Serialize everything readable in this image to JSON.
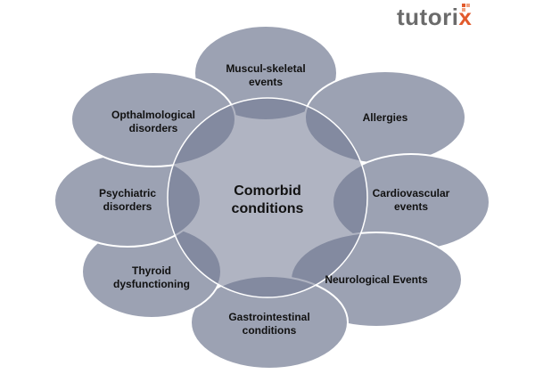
{
  "logo": {
    "text_main": "tutori",
    "text_accent": "x"
  },
  "colors": {
    "node_fill": "#9ca2b3",
    "node_stroke": "#ffffff",
    "center_fill": "#6f7690",
    "accent": "#e25a2c"
  },
  "diagram": {
    "center": "Comorbid\nconditions",
    "nodes": [
      "Muscul-skeletal\nevents",
      "Allergies",
      "Cardiovascular\nevents",
      "Neurological Events",
      "Gastrointestinal\nconditions",
      "Thyroid\ndysfunctioning",
      "Psychiatric\ndisorders",
      "Opthalmological\ndisorders"
    ]
  }
}
